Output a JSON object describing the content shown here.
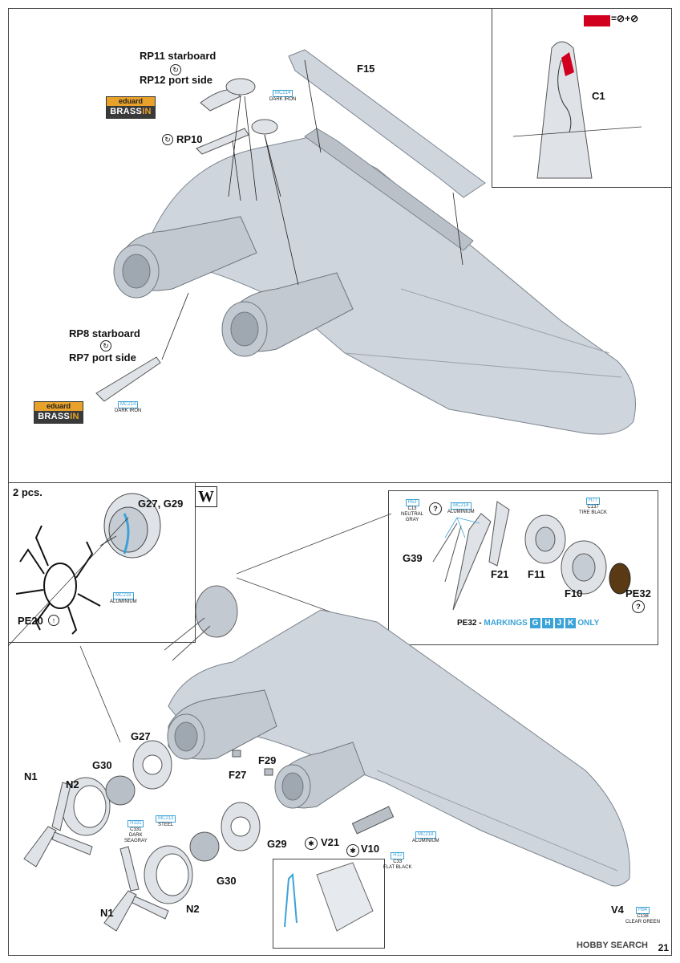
{
  "top": {
    "rp11": "RP11 starboard",
    "rp12": "RP12 port side",
    "rp10": "RP10",
    "rp8": "RP8 starboard",
    "rp7": "RP7 port side",
    "f15": "F15",
    "c1": "C1",
    "brand_top": "eduard",
    "brand_bottom_a": "BRASS",
    "brand_bottom_b": "IN",
    "mc214_a": {
      "code": "MC214",
      "name": "DARK IRON"
    },
    "mc214_b": {
      "code": "MC214",
      "name": "DARK IRON"
    }
  },
  "bottom": {
    "two_pcs": "2 pcs.",
    "g27_g29": "G27, G29",
    "pe20": "PE20",
    "mc218_a": {
      "code": "MC218",
      "name": "ALUMINIUM"
    },
    "w_box": "W",
    "inset": {
      "h53": {
        "code": "H53",
        "ref": "C13",
        "name1": "NEUTRAL",
        "name2": "GRAY"
      },
      "mc218": {
        "code": "MC218",
        "name": "ALUMINIUM"
      },
      "h77": {
        "code": "H77",
        "ref": "C137",
        "name": "TIRE BLACK"
      },
      "g39": "G39",
      "f21": "F21",
      "f11": "F11",
      "f10": "F10",
      "pe32": "PE32",
      "note_prefix": "PE32 - ",
      "note_markings": "MARKINGS",
      "markings": [
        "G",
        "H",
        "J",
        "K"
      ],
      "note_only": "ONLY"
    },
    "g27": "G27",
    "g30_a": "G30",
    "n1_a": "N1",
    "n2_a": "N2",
    "f27": "F27",
    "f29": "F29",
    "mc213": {
      "code": "MC213",
      "name": "STEEL"
    },
    "h331": {
      "code": "H331",
      "ref": "C331",
      "name1": "DARK",
      "name2": "SEAGRAY"
    },
    "g29": "G29",
    "v21": "V21",
    "v10": "V10",
    "h12": {
      "code": "H12",
      "ref": "C33",
      "name": "FLAT BLACK"
    },
    "mc218_b": {
      "code": "MC218",
      "name": "ALUMINIUM"
    },
    "g30_b": "G30",
    "n1_b": "N1",
    "n2_b": "N2",
    "v4": "V4",
    "h94": {
      "code": "H94",
      "ref": "C138",
      "name": "CLEAR GREEN"
    }
  },
  "footer": {
    "watermark": "HOBBY SEARCH",
    "page": "21"
  },
  "colors": {
    "part": "#cfd5dc",
    "part_edge": "#7d858e",
    "blue": "#3ba3d8",
    "red": "#d1001f",
    "brass": "#e8a12a"
  }
}
